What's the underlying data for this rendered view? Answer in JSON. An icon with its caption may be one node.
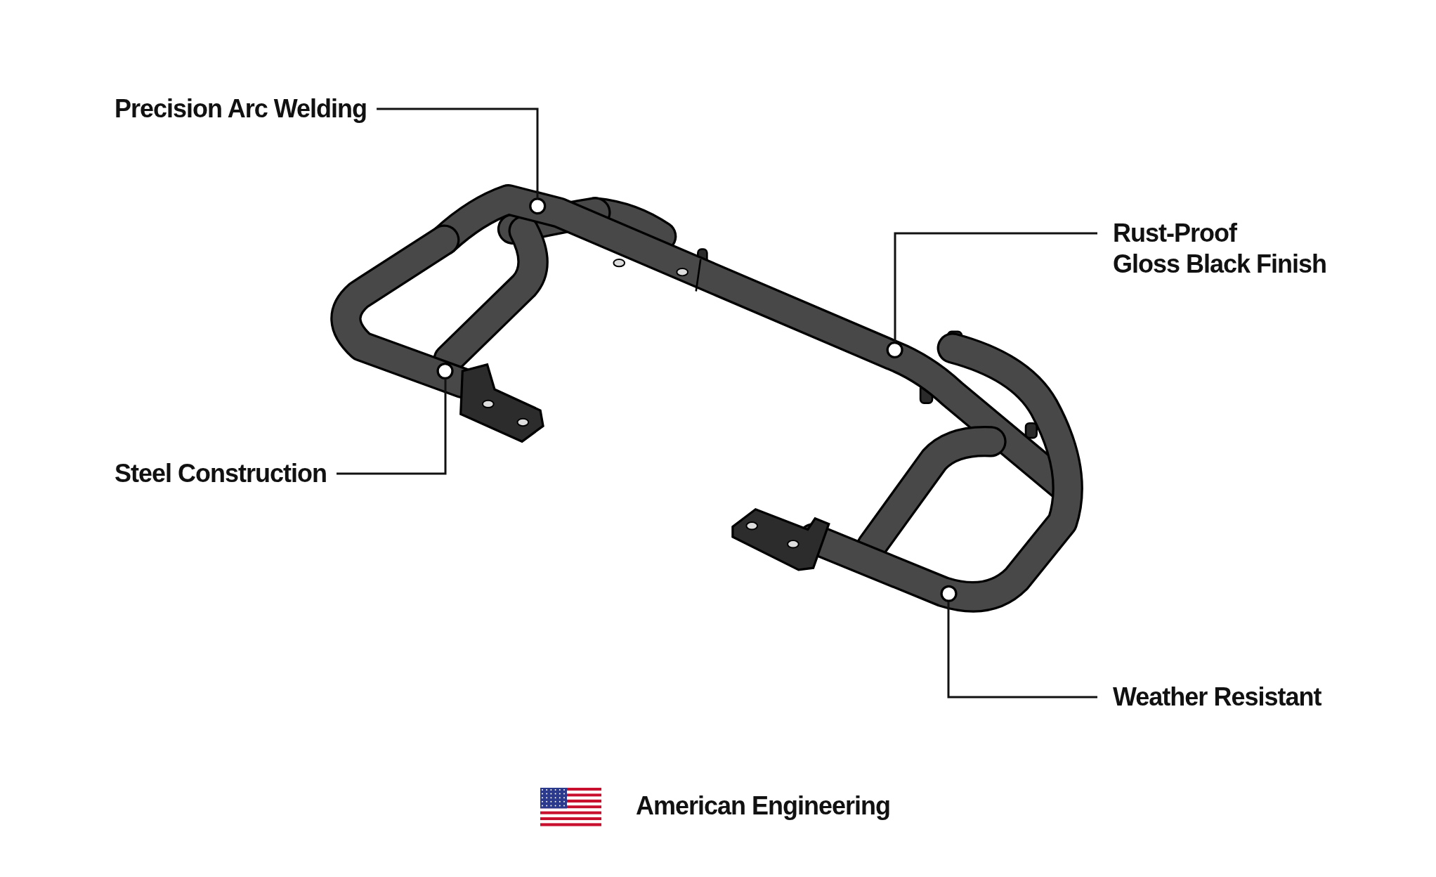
{
  "diagram": {
    "nodes": [
      {
        "text": [
          "Precision Arc Welding"
        ]
      },
      {
        "text": [
          "Rust-Proof Gloss Black Finish"
        ]
      },
      {
        "text": [
          "Steel Construction"
        ]
      },
      {
        "text": [
          "Weather Resistant"
        ]
      },
      {
        "text": [],
        "shape": "picture"
      }
    ],
    "edges": [
      {
        "from": 0,
        "to": 4,
        "arrow": "none"
      },
      {
        "from": 1,
        "to": 4,
        "arrow": "none"
      },
      {
        "from": 2,
        "to": 4,
        "arrow": "none"
      },
      {
        "from": 3,
        "to": 4,
        "arrow": "none"
      }
    ],
    "labels": [
      "American Engineering"
    ]
  }
}
